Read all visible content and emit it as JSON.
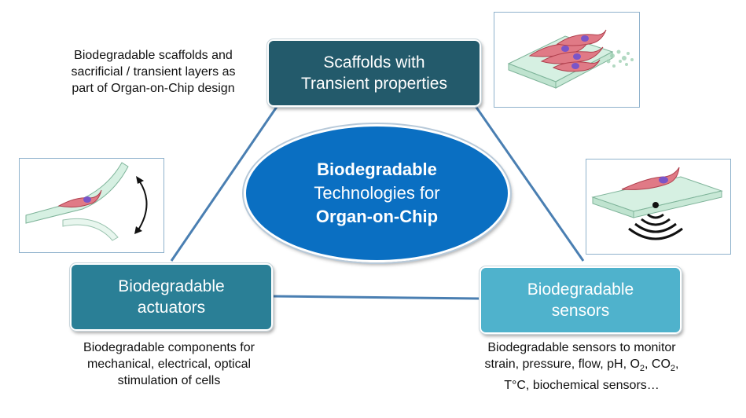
{
  "center": {
    "line1": "Biodegradable",
    "line2": "Technologies for",
    "line3": "Organ-on-Chip"
  },
  "nodes": {
    "scaffolds": {
      "line1": "Scaffolds with",
      "line2": "Transient properties"
    },
    "actuators": {
      "line1": "Biodegradable",
      "line2": "actuators"
    },
    "sensors": {
      "line1": "Biodegradable",
      "line2": "sensors"
    }
  },
  "captions": {
    "scaffolds": {
      "line1": "Biodegradable scaffolds and",
      "line2": "sacrificial / transient layers as",
      "line3": "part of Organ-on-Chip design"
    },
    "actuators": {
      "line1": "Biodegradable components for",
      "line2": "mechanical, electrical, optical",
      "line3": "stimulation of cells"
    },
    "sensors": {
      "line1": "Biodegradable sensors to monitor",
      "line2_a": "strain, pressure, flow, pH, O",
      "line2_sub1": "2",
      "line2_b": ", CO",
      "line2_sub2": "2",
      "line2_c": ",",
      "line3": "T°C, biochemical sensors…"
    }
  },
  "colors": {
    "scaffolds_box": "#235a6b",
    "actuators_box": "#2a7f96",
    "sensors_box": "#4fb2cc",
    "center_fill": "#0a6fc2",
    "connector": "#4a7fb2"
  },
  "icons": [
    "scaffold-cells-illustration",
    "bending-actuator-illustration",
    "sensor-signal-illustration"
  ]
}
